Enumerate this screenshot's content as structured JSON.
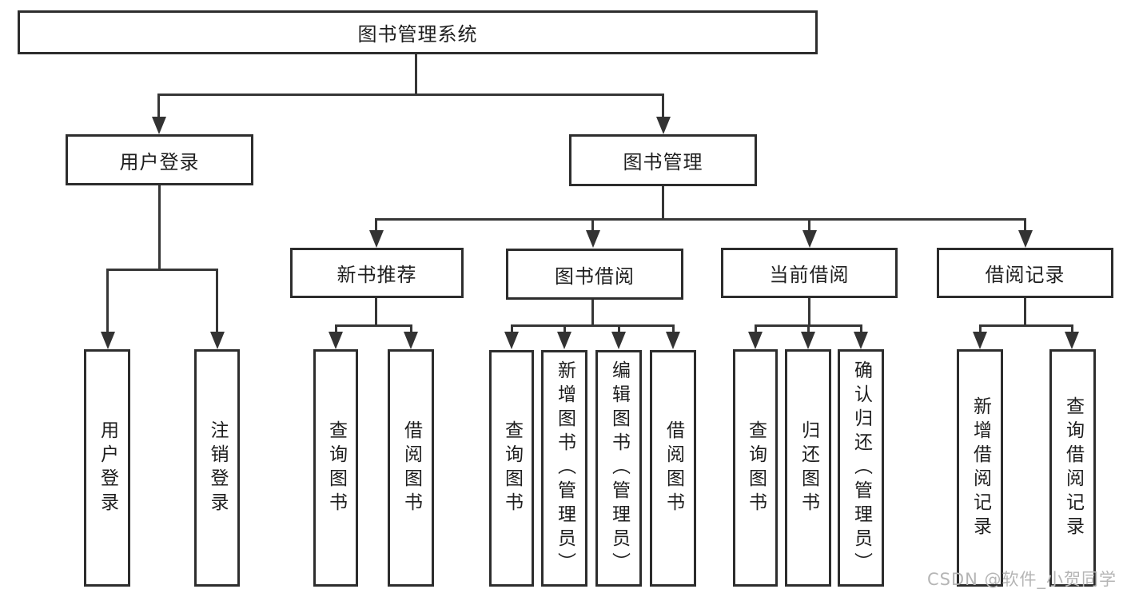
{
  "diagram_type": "tree",
  "colors": {
    "line": "#363636",
    "border": "#2d2d2d",
    "text": "#1e1e1e",
    "watermark": "#b5b5b5",
    "background": "#ffffff"
  },
  "tree": {
    "root": {
      "label": "图书管理系统",
      "children": [
        {
          "label": "用户登录",
          "children": [
            {
              "label": "用户登录"
            },
            {
              "label": "注销登录"
            }
          ]
        },
        {
          "label": "图书管理",
          "children": [
            {
              "label": "新书推荐",
              "children": [
                {
                  "label": "查询图书"
                },
                {
                  "label": "借阅图书"
                }
              ]
            },
            {
              "label": "图书借阅",
              "children": [
                {
                  "label": "查询图书"
                },
                {
                  "label": "新增图书（管理员）"
                },
                {
                  "label": "编辑图书（管理员）"
                },
                {
                  "label": "借阅图书"
                }
              ]
            },
            {
              "label": "当前借阅",
              "children": [
                {
                  "label": "查询图书"
                },
                {
                  "label": "归还图书"
                },
                {
                  "label": "确认归还（管理员）"
                }
              ]
            },
            {
              "label": "借阅记录",
              "children": [
                {
                  "label": "新增借阅记录"
                },
                {
                  "label": "查询借阅记录"
                }
              ]
            }
          ]
        }
      ]
    }
  },
  "watermark": {
    "text": "CSDN @软件_小贺同学"
  }
}
